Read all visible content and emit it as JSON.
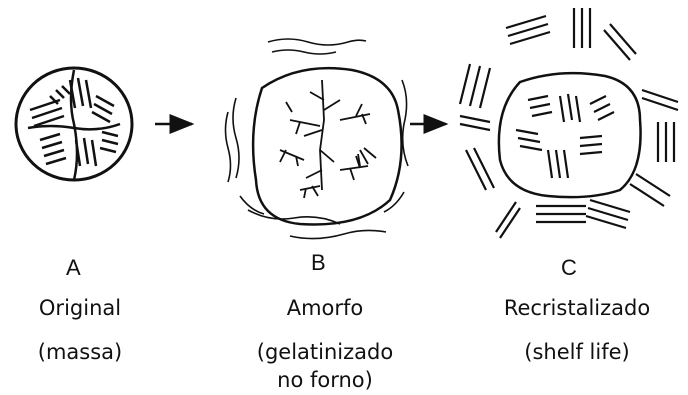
{
  "stages": [
    {
      "letter": "A",
      "title": "Original",
      "subtitle": "(massa)"
    },
    {
      "letter": "B",
      "title": "Amorfo",
      "subtitle": "(gelatinizado",
      "subtitle2": "no forno)"
    },
    {
      "letter": "C",
      "title": "Recristalizado",
      "subtitle": "(shelf life)"
    }
  ]
}
